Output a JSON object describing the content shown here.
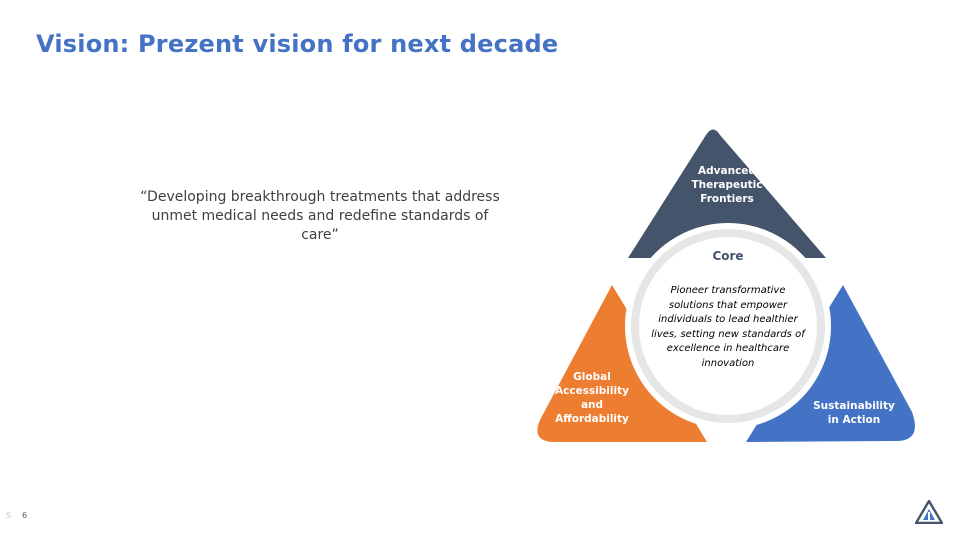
{
  "slide": {
    "title": "Vision: Prezent vision for next decade",
    "quote": "“Developing breakthrough treatments that address unmet medical needs and redefine standards of care”",
    "page_number": "6",
    "footer_mark": "S"
  },
  "diagram": {
    "top": {
      "label": "Advanced Therapeutic Frontiers",
      "color": "#44546a"
    },
    "left": {
      "label": "Global Accessibility and Affordability",
      "color": "#ed7d31"
    },
    "right": {
      "label": "Sustainability in Action",
      "color": "#4472c4"
    },
    "core": {
      "title": "Core",
      "text": "Pioneer transformative solutions that empower individuals to lead healthier lives, setting new standards of excellence in healthcare innovation"
    }
  },
  "colors": {
    "title": "#4472c4",
    "ring": "#e7e6e6"
  },
  "logo": {
    "icon": "company-logo-icon"
  }
}
